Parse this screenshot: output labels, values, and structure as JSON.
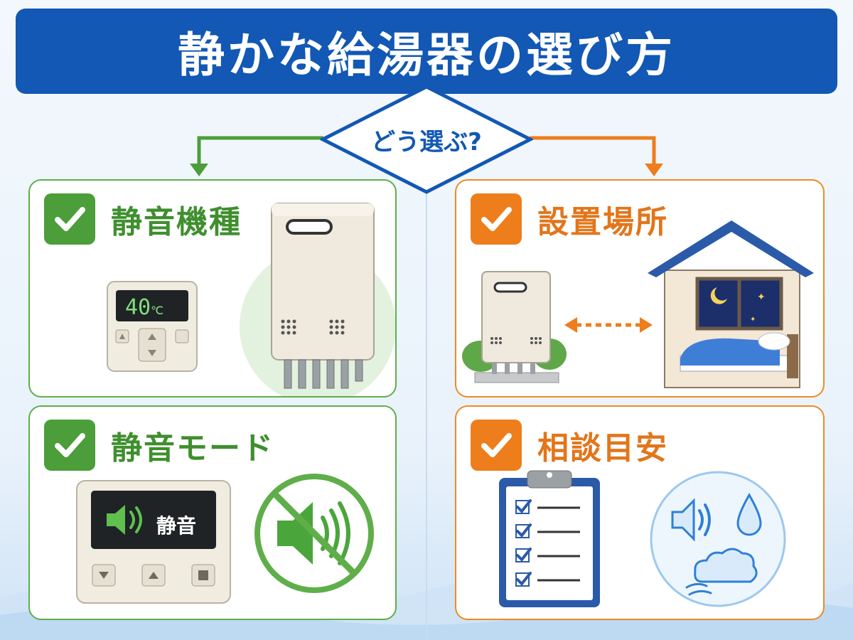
{
  "title": "静かな給湯器の選び方",
  "question": "どう選ぶ?",
  "cards": [
    {
      "label": "静音機種",
      "color": "green",
      "remote_temp": "40",
      "remote_unit": "℃"
    },
    {
      "label": "設置場所",
      "color": "orange"
    },
    {
      "label": "静音モード",
      "color": "green",
      "remote_text": "静音"
    },
    {
      "label": "相談目安",
      "color": "orange"
    }
  ],
  "colors": {
    "primary_blue": "#1258b4",
    "green": "#4b9e39",
    "orange": "#ee7d1c"
  },
  "icons": [
    "check-icon",
    "water-heater-icon",
    "remote-control-icon",
    "house-icon",
    "moon-icon",
    "bed-icon",
    "double-arrow-icon",
    "speaker-icon",
    "mute-icon",
    "clipboard-icon",
    "water-drop-icon",
    "smoke-cloud-icon"
  ]
}
